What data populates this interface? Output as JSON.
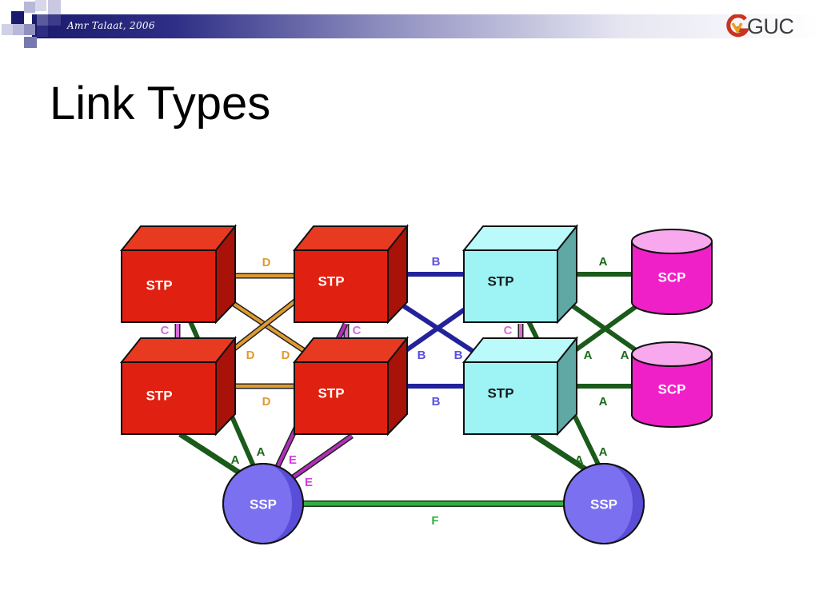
{
  "header": {
    "author": "Amr Talaat, 2006",
    "logo_text": "GUC"
  },
  "slide": {
    "title": "Link Types"
  },
  "diagram": {
    "nodes": {
      "stp_top_left": "STP",
      "stp_bottom_left": "STP",
      "stp_top_mid": "STP",
      "stp_bottom_mid": "STP",
      "stp_top_right": "STP",
      "stp_bottom_right": "STP",
      "scp_top": "SCP",
      "scp_bottom": "SCP",
      "ssp_left": "SSP",
      "ssp_right": "SSP"
    },
    "link_labels": {
      "d_top": "D",
      "d_cross_left": "D",
      "d_cross_right": "D",
      "d_bottom": "D",
      "c_left": "C",
      "c_mid": "C",
      "c_right": "C",
      "b_top": "B",
      "b_cross_left": "B",
      "b_cross_right": "B",
      "b_bottom": "B",
      "a_top_right": "A",
      "a_cross_left": "A",
      "a_cross_right": "A",
      "a_bottom_right": "A",
      "a_ssp_left_1": "A",
      "a_ssp_left_2": "A",
      "a_ssp_right_1": "A",
      "a_ssp_right_2": "A",
      "e_1": "E",
      "e_2": "E",
      "f": "F"
    },
    "colors": {
      "stp_red": "#e02010",
      "stp_red_side": "#a81208",
      "stp_cyan": "#9ef4f4",
      "stp_cyan_side": "#5fa8a4",
      "scp_magenta": "#f020c8",
      "ssp_blue": "#7a70f0",
      "link_a_green": "#1a5a1a",
      "link_b_blue": "#22229a",
      "link_c_pink": "#d86ad8",
      "link_d_orange": "#e09a30",
      "link_e_purple": "#b030b8",
      "link_f_green": "#30b040"
    }
  }
}
